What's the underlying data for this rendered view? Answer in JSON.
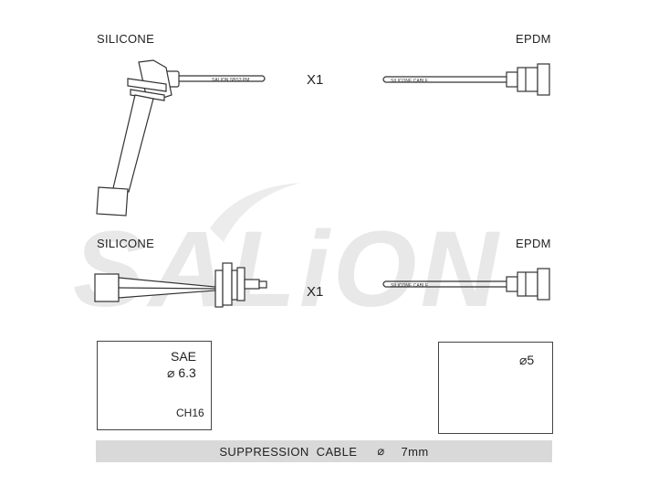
{
  "brand": {
    "watermark": "SALiON"
  },
  "top_set": {
    "left_label": "SILICONE",
    "right_label": "EPDM",
    "quantity": "X1"
  },
  "bottom_set": {
    "left_label": "SILICONE",
    "right_label": "EPDM",
    "quantity": "X1"
  },
  "plug_box": {
    "standard": "SAE",
    "diameter": "⌀ 6.3",
    "thread_code": "CH16"
  },
  "coil_box": {
    "diameter": "⌀5"
  },
  "footer": {
    "cable_label": "SUPPRESSION  CABLE",
    "diameter_symbol": "⌀",
    "size": "7mm"
  },
  "colors": {
    "line": "#333333",
    "watermark": "#e6e6e6",
    "footer_bg": "#d9d9d9"
  }
}
